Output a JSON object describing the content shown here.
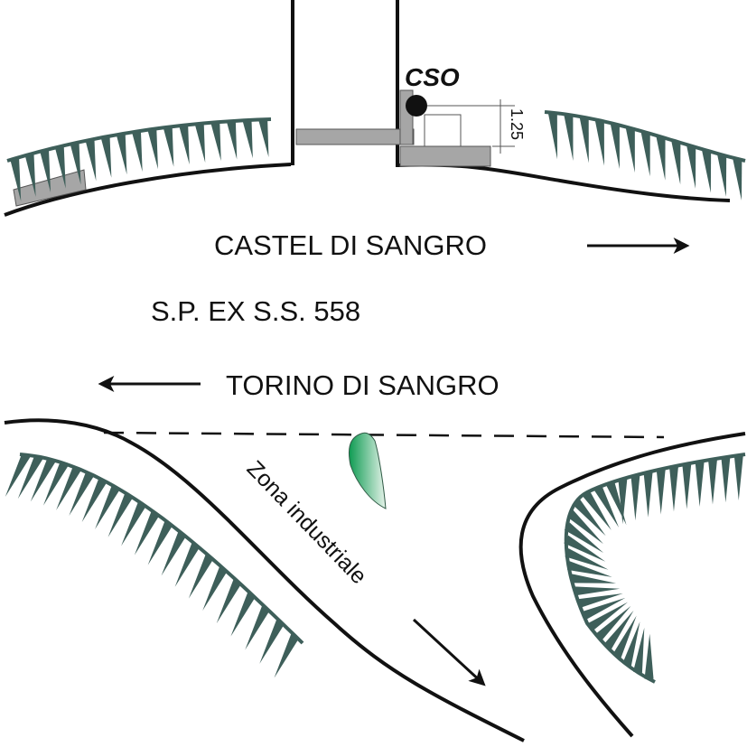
{
  "diagram": {
    "labels": {
      "cso": "CSO",
      "dimension": "1.25",
      "castel": "CASTEL DI SANGRO",
      "road": "S.P. EX S.S. 558",
      "torino": "TORINO DI SANGRO",
      "zona": "Zona industriale"
    },
    "colors": {
      "line": "#111111",
      "slope_hatch": "#3e5f5a",
      "slope_hatch_accent": "#1f7a4f",
      "structure_fill": "#a6a6a6",
      "leaf_green": "#0e9b52"
    }
  }
}
